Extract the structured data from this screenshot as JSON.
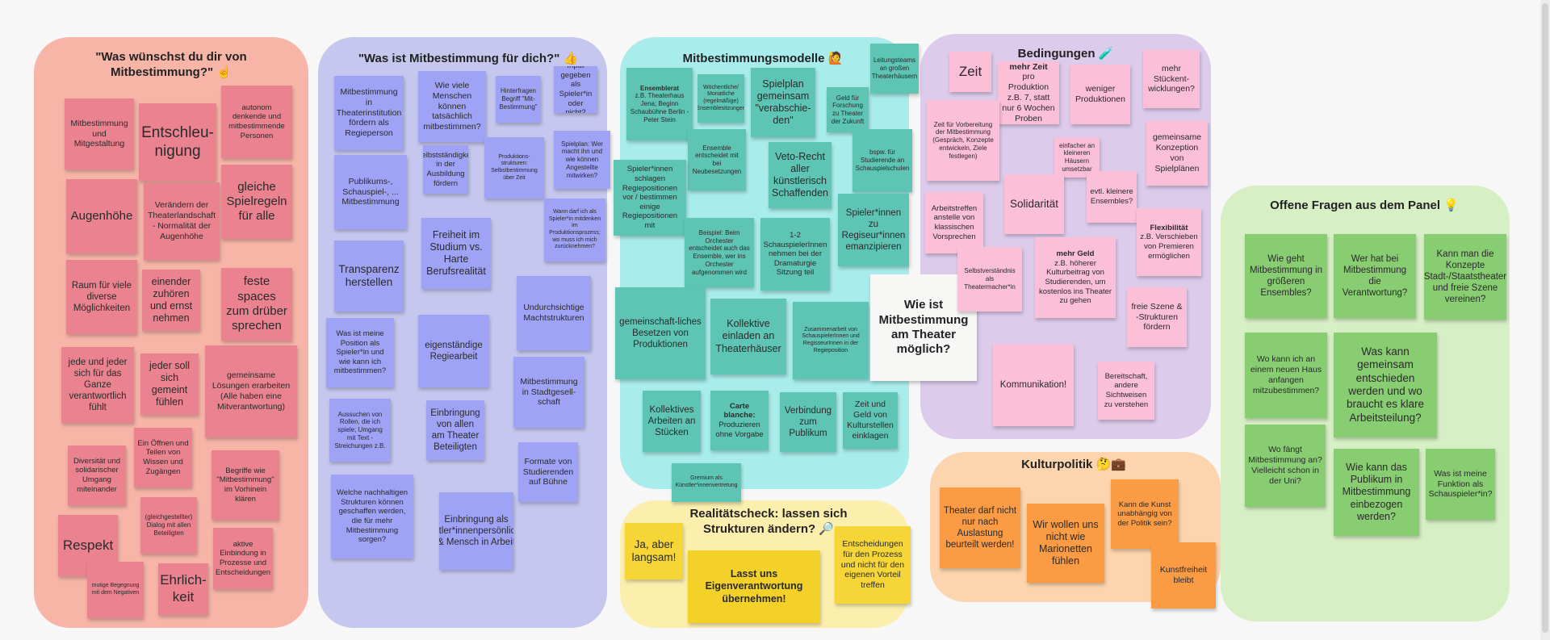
{
  "clusters": {
    "wunsch": {
      "title": "\"Was wünschst du dir von Mitbestimmung?\" ☝"
    },
    "mitbest": {
      "title": "\"Was ist Mitbestimmung für dich?\" 👍"
    },
    "modelle": {
      "title": "Mitbestimmungsmodelle 🙋"
    },
    "bedingungen": {
      "title": "Bedingungen 🧪"
    },
    "realitaet": {
      "title": "Realitätscheck: lassen sich Strukturen ändern? 🔎"
    },
    "kultur": {
      "title": "Kulturpolitik 🤔💼"
    },
    "offen": {
      "title": "Offene Fragen aus dem Panel 💡"
    }
  },
  "notes": {
    "r1": "Mitbestimmung und Mitgestaltung",
    "r2": "Entschleu-nigung",
    "r3": "autonom denkende und mitbestimmende Personen",
    "r4": "Augenhöhe",
    "r5": "Verändern der Theaterlandschaft - Normalität der Augenhöhe",
    "r6": "gleiche Spielregeln für alle",
    "r7": "Raum für viele diverse Möglichkeiten",
    "r8": "einender zuhören und ernst nehmen",
    "r9": "feste spaces zum drüber sprechen",
    "r10": "jede und jeder sich für das Ganze verantwortlich fühlt",
    "r11": "jeder soll sich gemeint fühlen",
    "r12": "gemeinsame Lösungen erarbeiten (Alle haben eine Mitverantwortung)",
    "r13": "Ein Öffnen und Teilen von Wissen und Zugängen",
    "r14": "Diversität und solidarischer Umgang miteinander",
    "r15": "Begriffe wie \"Mitbestimmung\" im Vorhinein klären",
    "r16": "(gleichgestellter) Dialog mit allen Beteiligten",
    "r17": "Respekt",
    "r18": "aktive Einbindung in Prozesse und Entscheidungen",
    "r19": "mutige Begegnung mit dem Negativen",
    "r20": "Ehrlich-keit",
    "b1": "Mitbestimmung in Theaterinstitution fördern als Regieperson",
    "b2": "Wie viele Menschen können tatsächlich mitbestimmen?",
    "b3": "Hinterfragen Begriff \"Mit-Bestimmung\"",
    "b4": "Input gegeben als Spieler*in oder nicht?",
    "b5": "Selbstständigkeit in der Ausbildung fördern",
    "b6": "Produktions-strukturen: Selbstbestimmung über Zeit",
    "b7": "Publikums-, Schauspiel-, ... Mitbestimmung",
    "b8": "Spielplan: Wer macht ihn und wie können Angestellte mitwirken?",
    "b9": "Wann darf ich als Spieler*in mitdenken im Produktionsprozess; wo muss ich mich zurücknehmen?",
    "b10": "Freiheit im Studium vs. Harte Berufsrealität",
    "b11": "Transparenz herstellen",
    "b12": "Undurchsichtige Machtstrukturen",
    "b13": "Was ist meine Position als Spieler*in und wie kann ich mitbestimmen?",
    "b14": "eigenständige Regiearbeit",
    "b15": "Mitbestimmung in Stadtgesell-schaft",
    "b16": "Aussuchen von Rollen, die ich spiele; Umgang mit Text - Streichungen z.B.",
    "b17": "Einbringung von allen am Theater Beteiligten",
    "b18": "Formate von Studierenden auf Bühne",
    "b19": "Welche nachhaltigen Strukturen können geschaffen werden, die für mehr Mitbestimmung sorgen?",
    "b20": "Einbringung als Künstler*innenpersönlichkeit & Mensch in Arbeit",
    "t1_title": "Ensemblerat",
    "t1": "z.B. Theaterhaus Jena; Beginn Schaubühne Berlin - Peter Stein",
    "t2": "Wöchentliche/ Monatliche (regelmäßige) Ensemblesitzungen",
    "t3": "Spielplan gemeinsam \"verabschie-den\"",
    "t4": "Geld für Forschung zu Theater der Zukunft",
    "t5": "Leitungsteams an großen Theaterhäusern",
    "t6": "Ensemble entscheidet mit bei Neubesetzungen",
    "t7": "Veto-Recht aller künstlerisch Schaffenden",
    "t8": "bspw. für Studierende an Schauspielschulen",
    "t9": "Spieler*innen schlagen Regiepositionen vor / bestimmen einige Regiepositionen mit",
    "t10": "Beispiel: Beim Orchester entscheidet auch das Ensemble, wer ins Orchester aufgenommen wird",
    "t11": "1-2 SchauspielerInnen nehmen bei der Dramaturgie Sitzung teil",
    "t12": "Spieler*innen zu Regiseur*innen emanzipieren",
    "t13": "gemeinschaft-liches Besetzen von Produktionen",
    "t14": "Kollektive einladen an Theaterhäuser",
    "t15": "Zusammenarbeit von SchauspielerInnen und RegisseurInnen in der Regieposition",
    "t16": "Kollektives Arbeiten an Stücken",
    "t17_title": "Carte blanche:",
    "t17": "Produzieren ohne Vorgabe",
    "t18": "Verbindung zum Publikum",
    "t19": "Zeit und Geld von Kulturstellen einklagen",
    "t20": "Gremium als Künstler*innenvertretung",
    "center": "Wie ist Mitbestimmung am Theater möglich?",
    "p1": "Zeit",
    "p2_title": "mehr Zeit",
    "p2": "pro Produktion z.B. 7, statt nur 6 Wochen Proben",
    "p3": "weniger Produktionen",
    "p4": "mehr Stückent-wicklungen?",
    "p5": "Zeit für Vorbereitung der Mitbestimmung (Gespräch, Konzepte entwickeln, Ziele festlegen)",
    "p6": "einfacher an kleineren Häusern umsetzbar",
    "p7": "gemeinsame Konzeption von Spielplänen",
    "p8": "Solidarität",
    "p9": "evtl. kleinere Ensembles?",
    "p10": "Arbeitstreffen anstelle von klassischen Vorsprechen",
    "p11_title": "Flexibilität",
    "p11": "z.B. Verschieben von Premieren ermöglichen",
    "p12_title": "mehr Geld",
    "p12": "z.B. höherer Kulturbeitrag von Studierenden, um kostenlos ins Theater zu gehen",
    "p13": "Selbstverständnis als Theatermacher*in",
    "p14": "freie Szene & -Strukturen fördern",
    "p15": "Kommunikation!",
    "p16": "Bereitschaft, andere Sichtweisen zu verstehen",
    "y1": "Ja, aber langsam!",
    "y2": "Lasst uns Eigenverantwortung übernehmen!",
    "y3": "Entscheidungen für den Prozess und nicht für den eigenen Vorteil treffen",
    "o1": "Theater darf nicht nur nach Auslastung beurteilt werden!",
    "o2": "Wir wollen uns nicht wie Marionetten fühlen",
    "o3": "Kann die Kunst unabhängig von der Politik sein?",
    "o4": "Kunstfreiheit bleibt",
    "g1": "Wie geht Mitbestimmung in größeren Ensembles?",
    "g2": "Wer hat bei Mitbestimmung die Verantwortung?",
    "g3": "Kann man die Konzepte Stadt-/Staatstheater und freie Szene vereinen?",
    "g4": "Wo kann ich an einem neuen Haus anfangen mitzubestimmen?",
    "g5": "Was kann gemeinsam entschieden werden und wo braucht es klare Arbeitsteilung?",
    "g6": "Wo fängt Mitbestimmung an? Vielleicht schon in der Uni?",
    "g7": "Wie kann das Publikum in Mitbestimmung einbezogen werden?",
    "g8": "Was ist meine Funktion als Schauspieler*in?"
  },
  "colors": {
    "red_cluster": "#f7b5a8",
    "blue_cluster": "#c5c7ee",
    "teal_cluster": "#a9ecec",
    "purple_cluster": "#dccbeb",
    "yellow_cluster": "#fcefae",
    "orange_cluster": "#fcd4ad",
    "green_cluster": "#d7efc5"
  }
}
